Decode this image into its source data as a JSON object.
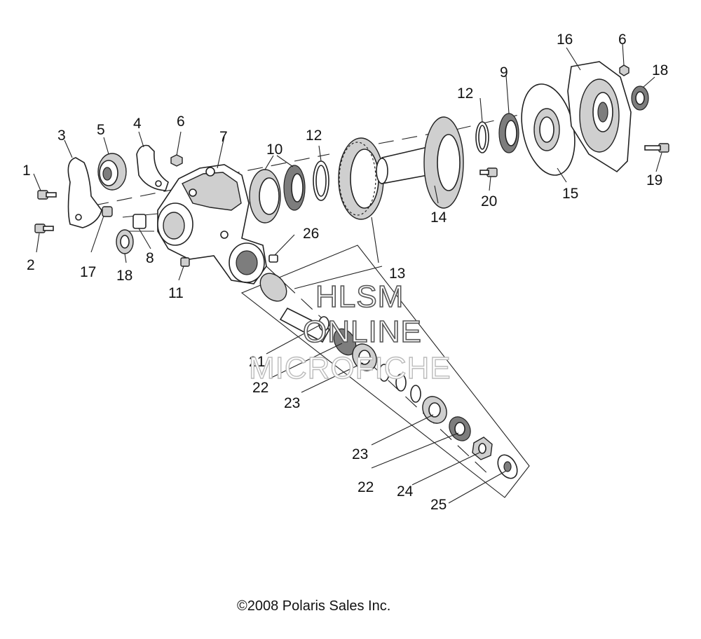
{
  "callouts": {
    "c1": "1",
    "c2": "2",
    "c3": "3",
    "c4": "4",
    "c5": "5",
    "c6a": "6",
    "c6b": "6",
    "c7": "7",
    "c8": "8",
    "c9": "9",
    "c10": "10",
    "c11": "11",
    "c12a": "12",
    "c12b": "12",
    "c13": "13",
    "c14": "14",
    "c15": "15",
    "c16": "16",
    "c17": "17",
    "c18a": "18",
    "c18b": "18",
    "c19": "19",
    "c20": "20",
    "c21": "21",
    "c22a": "22",
    "c22b": "22",
    "c23a": "23",
    "c23b": "23",
    "c24": "24",
    "c25": "25",
    "c26": "26"
  },
  "watermark": {
    "line1": "HLSM",
    "line2": "ONLINE",
    "line3": "MICROFICHE"
  },
  "copyright": "©2008 Polaris Sales Inc."
}
